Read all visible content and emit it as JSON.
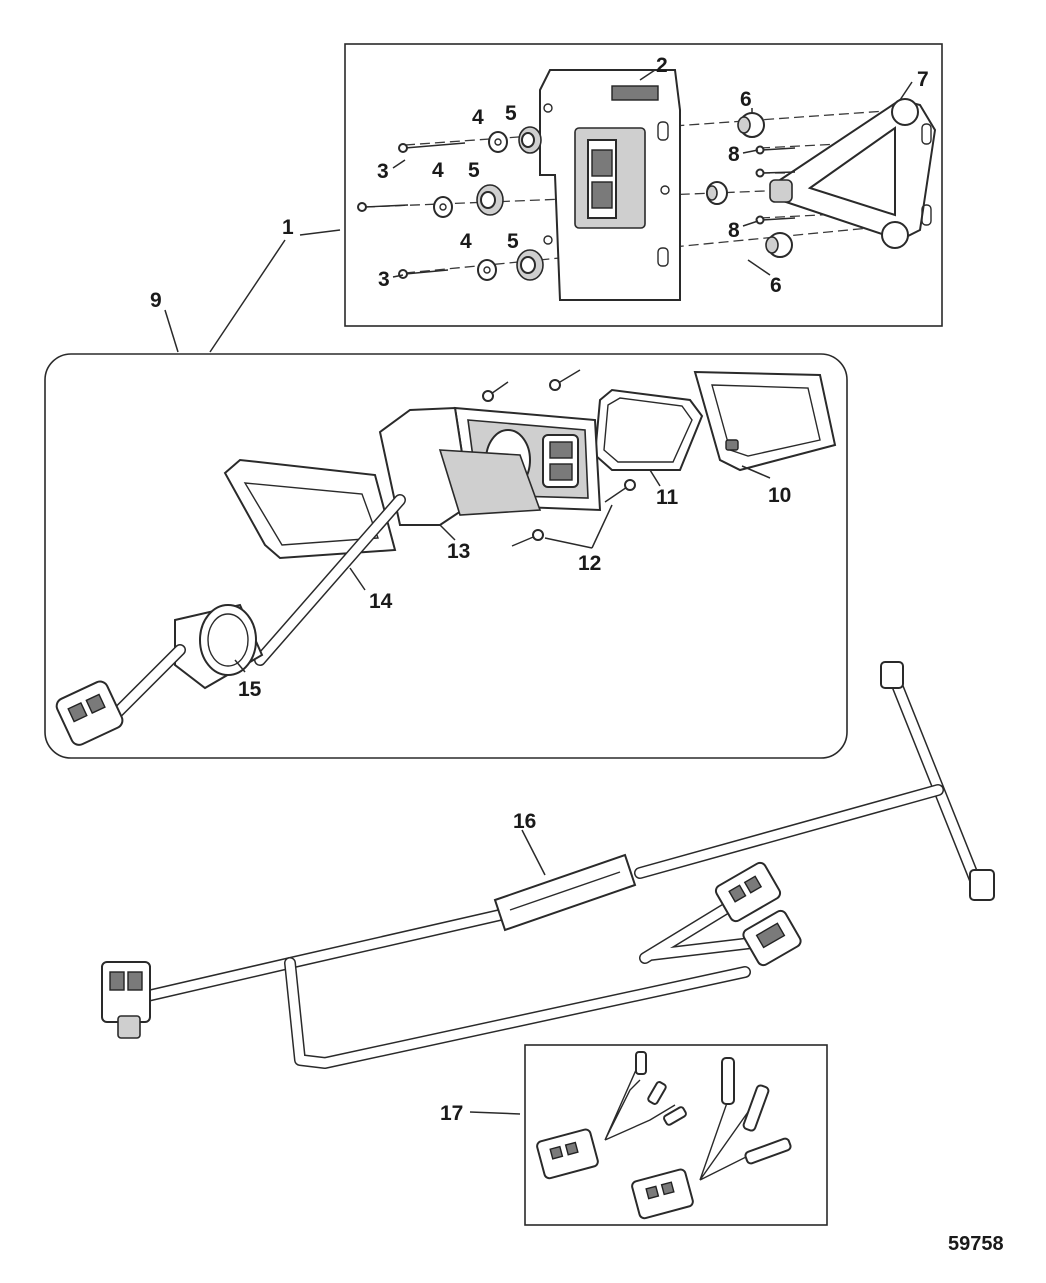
{
  "figure_number": "59758",
  "callouts": [
    "1",
    "2",
    "3",
    "3",
    "4",
    "4",
    "4",
    "5",
    "5",
    "5",
    "6",
    "6",
    "7",
    "8",
    "8",
    "9",
    "10",
    "11",
    "12",
    "13",
    "14",
    "15",
    "16",
    "17"
  ]
}
